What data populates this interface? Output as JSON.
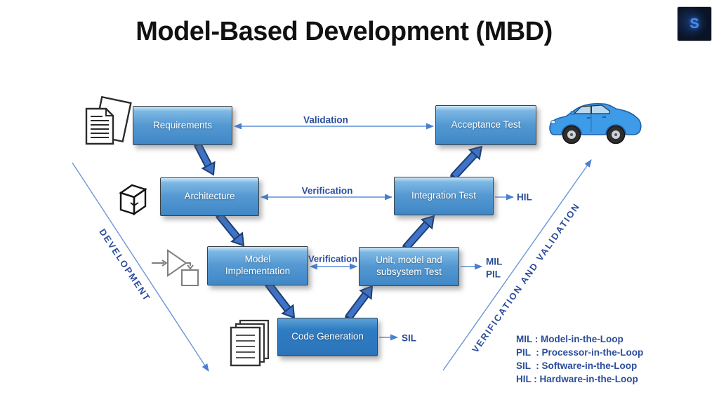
{
  "page": {
    "title": "Model-Based Development (MBD)"
  },
  "logo": {
    "glyph": "S"
  },
  "boxes": {
    "requirements": {
      "label": "Requirements"
    },
    "architecture": {
      "label": "Architecture"
    },
    "model_implementation": {
      "label": "Model Implementation"
    },
    "code_generation": {
      "label": "Code Generation"
    },
    "unit_test": {
      "label": "Unit, model and subsystem Test"
    },
    "integration_test": {
      "label": "Integration Test"
    },
    "acceptance_test": {
      "label": "Acceptance Test"
    }
  },
  "connectors": {
    "validation": "Validation",
    "verification_architecture": "Verification",
    "verification_model": "Verification",
    "hil": "HIL",
    "mil": "MIL",
    "pil": "PIL",
    "sil": "SIL"
  },
  "diagonals": {
    "left": "DEVELOPMENT",
    "right": "VERIFICATION AND VALIDATION"
  },
  "legend": {
    "items": [
      "MIL : Model-in-the-Loop",
      "PIL  : Processor-in-the-Loop",
      "SIL  : Software-in-the-Loop",
      "HIL : Hardware-in-the-Loop"
    ]
  },
  "icons": {
    "documents": "docs-icon",
    "cube": "cube-3d-icon",
    "gain_block": "gain-block-icon",
    "code_files": "papers-stack-icon",
    "vehicle": "car-icon"
  },
  "colors": {
    "box_blue_top": "#cde7f8",
    "box_blue": "#3f87c6",
    "code_box_blue": "#2f7cc2",
    "accent_navy": "#2b4d9b",
    "thick_arrow": "#3f73c8",
    "thin_arrow": "#5b8fd8",
    "car_blue": "#3d9be8",
    "title_black": "#111111",
    "logo_bg": "#0b1426",
    "logo_glyph_blue": "#4a8fe8"
  }
}
